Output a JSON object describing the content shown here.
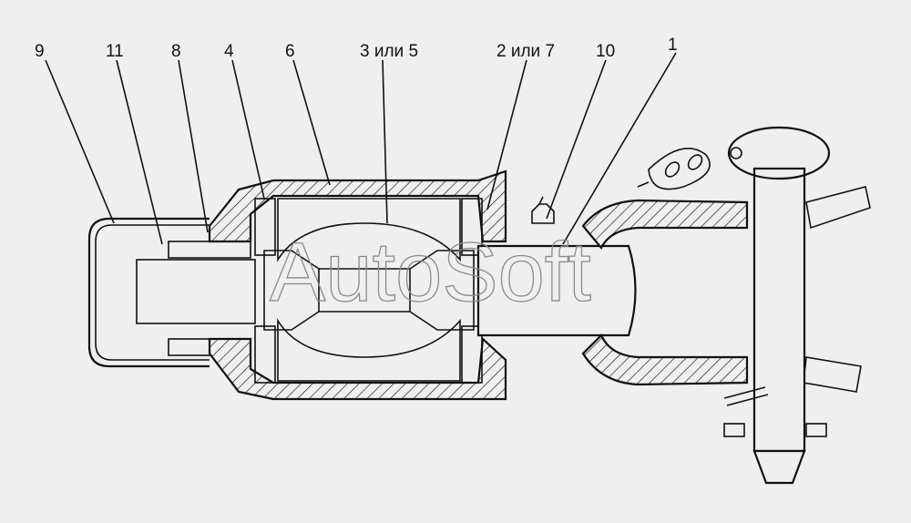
{
  "callouts": [
    {
      "id": "9",
      "text": "9"
    },
    {
      "id": "11",
      "text": "11"
    },
    {
      "id": "8",
      "text": "8"
    },
    {
      "id": "4",
      "text": "4"
    },
    {
      "id": "6",
      "text": "6"
    },
    {
      "id": "3or5",
      "text": "3 или 5"
    },
    {
      "id": "2or7",
      "text": "2 или 7"
    },
    {
      "id": "10",
      "text": "10"
    },
    {
      "id": "1",
      "text": "1"
    }
  ],
  "watermark": "AutoSoft",
  "colors": {
    "background": "#efefef",
    "line": "#111111",
    "hatch": "#111111",
    "watermark": "#8a8a8a"
  }
}
